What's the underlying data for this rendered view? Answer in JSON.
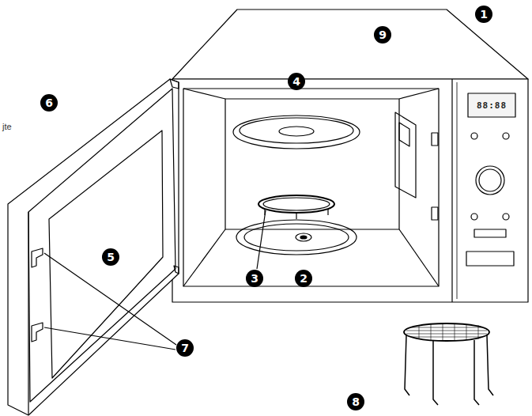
{
  "diagram": {
    "labels": [
      "1",
      "9",
      "4",
      "6",
      "jte",
      "88:88",
      "5",
      "7",
      "3",
      "2",
      "8"
    ]
  }
}
